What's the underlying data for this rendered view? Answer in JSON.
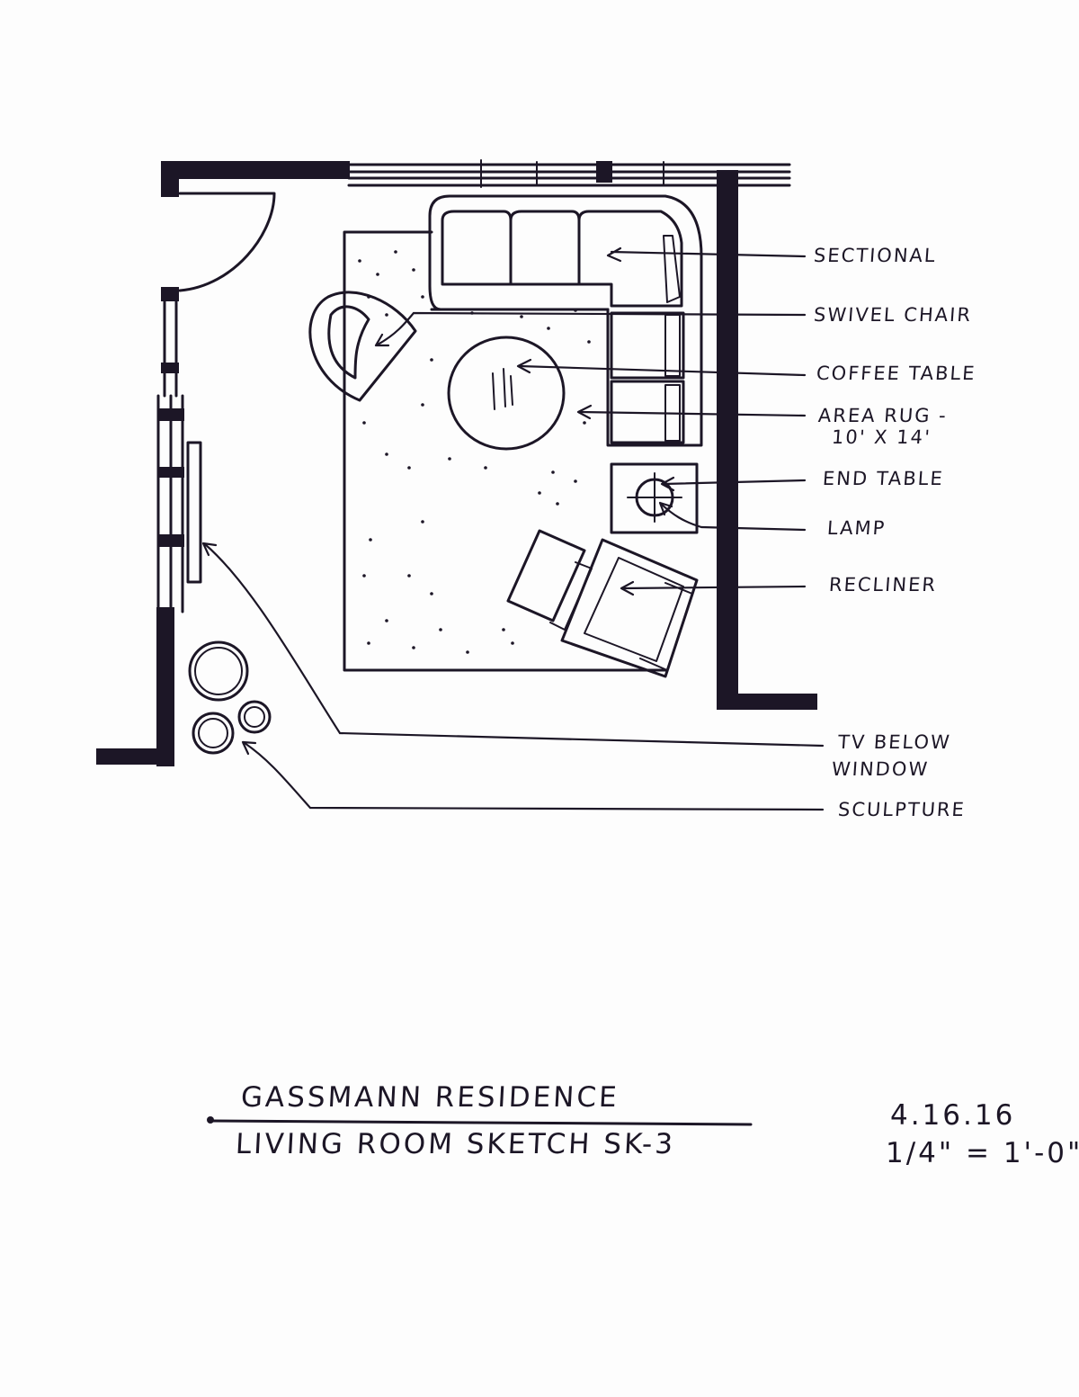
{
  "labels": {
    "sectional": "SECTIONAL",
    "swivel_chair": "SWIVEL CHAIR",
    "coffee_table": "COFFEE TABLE",
    "area_rug_line1": "AREA RUG -",
    "area_rug_line2": "10' x 14'",
    "end_table": "END TABLE",
    "lamp": "LAMP",
    "recliner": "RECLINER",
    "tv_line1": "TV BELOW",
    "tv_line2": "WINDOW",
    "sculpture": "SCULPTURE"
  },
  "title_block": {
    "project": "GASSMANN RESIDENCE",
    "sheet": "LIVING ROOM SKETCH SK-3",
    "date": "4.16.16",
    "scale": "1/4\" = 1'-0\""
  },
  "colors": {
    "ink": "#1c1626",
    "paper": "#fdfdfd"
  }
}
